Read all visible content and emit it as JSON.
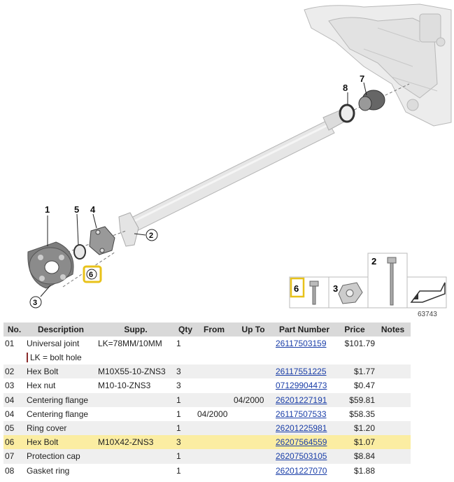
{
  "diagram": {
    "callouts": [
      "1",
      "2",
      "3",
      "4",
      "5",
      "6",
      "7",
      "8"
    ],
    "legend_labels": [
      "6",
      "3",
      "2"
    ],
    "diagram_number": "63743"
  },
  "table": {
    "headers": [
      "No.",
      "Description",
      "Supp.",
      "Qty",
      "From",
      "Up To",
      "Part Number",
      "Price",
      "Notes"
    ],
    "note": "LK = bolt hole",
    "rows": [
      {
        "no": "01",
        "desc": "Universal joint",
        "supp": "LK=78MM/10MM",
        "qty": "1",
        "from": "",
        "upto": "",
        "part": "26117503159",
        "price": "$101.79",
        "notes": ""
      },
      {
        "no": "02",
        "desc": "Hex Bolt",
        "supp": "M10X55-10-ZNS3",
        "qty": "3",
        "from": "",
        "upto": "",
        "part": "26117551225",
        "price": "$1.77",
        "notes": ""
      },
      {
        "no": "03",
        "desc": "Hex nut",
        "supp": "M10-10-ZNS3",
        "qty": "3",
        "from": "",
        "upto": "",
        "part": "07129904473",
        "price": "$0.47",
        "notes": ""
      },
      {
        "no": "04",
        "desc": "Centering flange",
        "supp": "",
        "qty": "1",
        "from": "",
        "upto": "04/2000",
        "part": "26201227191",
        "price": "$59.81",
        "notes": ""
      },
      {
        "no": "04",
        "desc": "Centering flange",
        "supp": "",
        "qty": "1",
        "from": "04/2000",
        "upto": "",
        "part": "26117507533",
        "price": "$58.35",
        "notes": ""
      },
      {
        "no": "05",
        "desc": "Ring cover",
        "supp": "",
        "qty": "1",
        "from": "",
        "upto": "",
        "part": "26201225981",
        "price": "$1.20",
        "notes": ""
      },
      {
        "no": "06",
        "desc": "Hex Bolt",
        "supp": "M10X42-ZNS3",
        "qty": "3",
        "from": "",
        "upto": "",
        "part": "26207564559",
        "price": "$1.07",
        "notes": ""
      },
      {
        "no": "07",
        "desc": "Protection cap",
        "supp": "",
        "qty": "1",
        "from": "",
        "upto": "",
        "part": "26207503105",
        "price": "$8.84",
        "notes": ""
      },
      {
        "no": "08",
        "desc": "Gasket ring",
        "supp": "",
        "qty": "1",
        "from": "",
        "upto": "",
        "part": "26201227070",
        "price": "$1.88",
        "notes": ""
      }
    ]
  }
}
